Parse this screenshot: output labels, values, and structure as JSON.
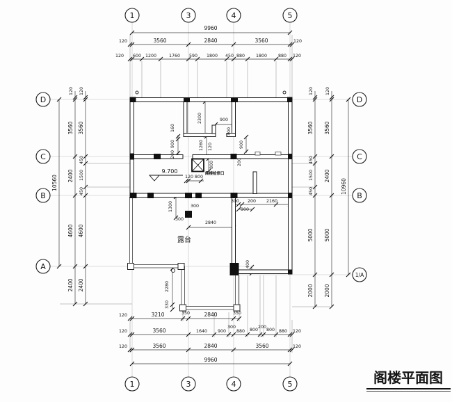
{
  "drawing_title": "阁楼平面图",
  "axis_bubbles": {
    "top": [
      "1",
      "3",
      "4",
      "5"
    ],
    "bottom": [
      "1",
      "3",
      "4",
      "5"
    ],
    "left": [
      "D",
      "C",
      "B",
      "A"
    ],
    "right": [
      "D",
      "C",
      "B",
      "1/A"
    ]
  },
  "dims": {
    "top": {
      "total": "9960",
      "row2": [
        "120",
        "3560",
        "2840",
        "3560",
        "120"
      ],
      "row3": [
        "120",
        "600",
        "1200",
        "1760",
        "590",
        "1800",
        "450",
        "880",
        "1800",
        "880",
        "120"
      ]
    },
    "bottom": {
      "row1": [
        "120",
        "3210",
        "350",
        "2840",
        "350"
      ],
      "row2": [
        "120",
        "3560",
        "1640",
        "900",
        "300",
        "880",
        "800",
        "200",
        "800",
        "880",
        "120"
      ],
      "row3": [
        "120",
        "3560",
        "2840",
        "3560",
        "120"
      ],
      "total": "9960"
    },
    "left": {
      "total": "10560",
      "outer": [
        "120",
        "3560",
        "2400",
        "4600",
        "2400"
      ],
      "inner": [
        "120",
        "3560",
        "450",
        "1500",
        "450",
        "4600",
        "2400"
      ]
    },
    "right": {
      "total": "10960",
      "inner": [
        "120",
        "3560",
        "450",
        "1500",
        "450",
        "5000",
        "2000"
      ],
      "outer": [
        "120",
        "3560",
        "2400",
        "5000",
        "2000"
      ]
    },
    "interior": {
      "shaft_height": "2300",
      "top_opening": "900",
      "top_opening_side": "300",
      "left_chain": [
        "160",
        "900",
        "200"
      ],
      "below_shaft": "1260",
      "wall_offset": "120",
      "hatch_height": "800",
      "hatch_width": [
        "120",
        "800"
      ],
      "right_opening": "900",
      "right_offset": "200",
      "room_chain": [
        "300",
        "200",
        "2160"
      ],
      "room_opening": "900",
      "terrace_1300": "1300",
      "terrace_300a": "300",
      "terrace_300b": "300",
      "terrace_2840": "2840",
      "right_400": "400",
      "bay_2280": "2280",
      "bay_330": "330"
    }
  },
  "labels": {
    "level": "9.700",
    "terrace": "露台",
    "hatch": "阁楼检修口"
  }
}
